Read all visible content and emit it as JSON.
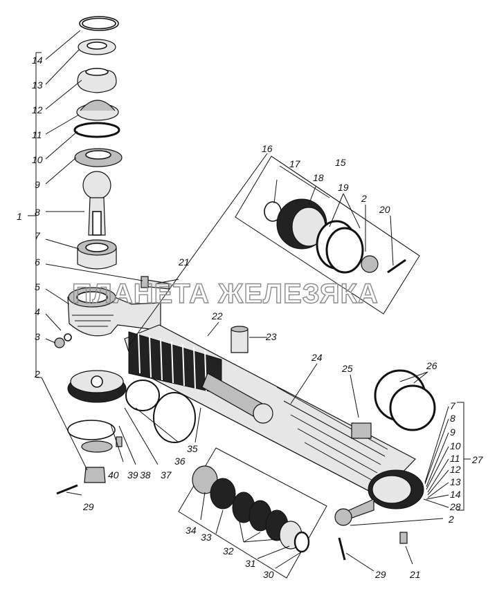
{
  "watermark": "ПЛАНЕТА ЖЕЛЕЗЯКА",
  "callouts": {
    "c1": "1",
    "c2a": "2",
    "c2b": "2",
    "c2c": "2",
    "c3": "3",
    "c4": "4",
    "c5": "5",
    "c6": "6",
    "c7a": "7",
    "c7b": "7",
    "c8a": "8",
    "c8b": "8",
    "c9a": "9",
    "c9b": "9",
    "c10a": "10",
    "c10b": "10",
    "c11a": "11",
    "c11b": "11",
    "c12a": "12",
    "c12b": "12",
    "c13a": "13",
    "c13b": "13",
    "c14a": "14",
    "c14b": "14",
    "c15": "15",
    "c16": "16",
    "c17": "17",
    "c18": "18",
    "c19": "19",
    "c20": "20",
    "c21a": "21",
    "c21b": "21",
    "c22": "22",
    "c23": "23",
    "c24": "24",
    "c25": "25",
    "c26": "26",
    "c27": "27",
    "c28": "28",
    "c29a": "29",
    "c29b": "29",
    "c30": "30",
    "c31": "31",
    "c32": "32",
    "c33": "33",
    "c34": "34",
    "c35": "35",
    "c36": "36",
    "c37": "37",
    "c38": "38",
    "c39": "39",
    "c40": "40"
  }
}
